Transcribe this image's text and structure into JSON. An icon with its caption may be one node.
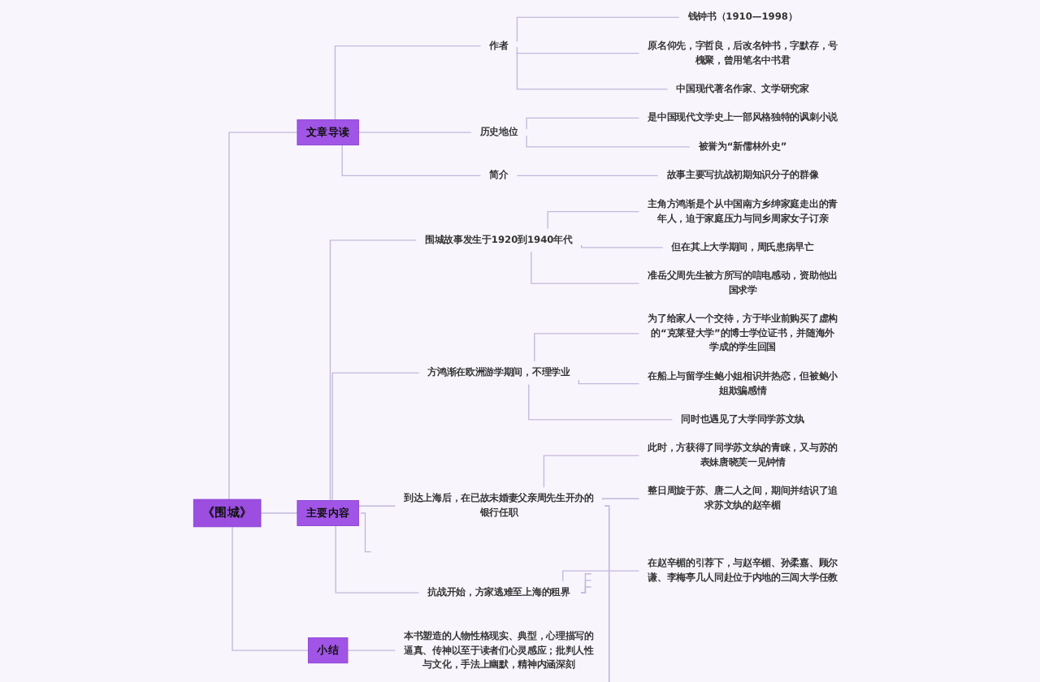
{
  "diagram": {
    "nodes": [
      {
        "text": [
          "《围城》"
        ]
      },
      {
        "text": [
          "文章导读"
        ]
      },
      {
        "text": [
          "作者"
        ]
      },
      {
        "text": [
          "钱钟书（1910—1998）"
        ]
      },
      {
        "text": [
          "原名仰先，字哲良，后改名钟书，字默存，号槐聚，曾用笔名中书君"
        ]
      },
      {
        "text": [
          "中国现代著名作家、文学研究家"
        ]
      },
      {
        "text": [
          "历史地位"
        ]
      },
      {
        "text": [
          "是中国现代文学史上一部风格独特的讽刺小说"
        ]
      },
      {
        "text": [
          "被誉为“新儒林外史”"
        ]
      },
      {
        "text": [
          "简介"
        ]
      },
      {
        "text": [
          "故事主要写抗战初期知识分子的群像"
        ]
      },
      {
        "text": [
          "主要内容"
        ]
      },
      {
        "text": [
          "围城故事发生于1920到1940年代"
        ]
      },
      {
        "text": [
          "主角方鸿渐是个从中国南方乡绅家庭走出的青年人，迫于家庭压力与同乡周家女子订亲"
        ]
      },
      {
        "text": [
          "但在其上大学期间，周氏患病早亡"
        ]
      },
      {
        "text": [
          "准岳父周先生被方所写的唁电感动，资助他出国求学"
        ]
      },
      {
        "text": [
          "方鸿渐在欧洲游学期间，不理学业"
        ]
      },
      {
        "text": [
          "为了给家人一个交待，方于毕业前购买了虚构的“克莱登大学”的博士学位证书，并随海外学成的学生回国"
        ]
      },
      {
        "text": [
          "在船上与留学生鲍小姐相识并热恋，但被鲍小姐欺骗感情"
        ]
      },
      {
        "text": [
          "同时也遇见了大学同学苏文纨"
        ]
      },
      {
        "text": [
          "到达上海后，在已故未婚妻父亲周先生开办的银行任职"
        ]
      },
      {
        "text": [
          "此时，方获得了同学苏文纨的青睐，又与苏的表妹唐晓芙一见钟情"
        ]
      },
      {
        "text": [
          "整日周旋于苏、唐二人之间，期间并结识了追求苏文纨的赵辛楣"
        ]
      },
      {
        "text": [
          "抗战开始，方家逃难至上海的租界"
        ]
      },
      {
        "text": [
          "在赵辛楣的引荐下，与赵辛楣、孙柔嘉、顾尔谦、李梅亭几人同赴位于内地的三闾大学任教"
        ]
      },
      {
        "text": [
          "小结"
        ]
      },
      {
        "text": [
          "本书塑造的人物性格现实、典型，心理描写的逼真、传神以至于读者们心灵感应；批判人性与文化，手法上幽默，精神内涵深刻"
        ]
      }
    ],
    "edges": [
      {
        "from": 0,
        "to": 1,
        "arrow": "none"
      },
      {
        "from": 0,
        "to": 11,
        "arrow": "none"
      },
      {
        "from": 0,
        "to": 25,
        "arrow": "none"
      },
      {
        "from": 1,
        "to": 2,
        "arrow": "none"
      },
      {
        "from": 2,
        "to": 3,
        "arrow": "none"
      },
      {
        "from": 2,
        "to": 4,
        "arrow": "none"
      },
      {
        "from": 2,
        "to": 5,
        "arrow": "none"
      },
      {
        "from": 1,
        "to": 6,
        "arrow": "none"
      },
      {
        "from": 6,
        "to": 7,
        "arrow": "none"
      },
      {
        "from": 6,
        "to": 8,
        "arrow": "none"
      },
      {
        "from": 1,
        "to": 9,
        "arrow": "none"
      },
      {
        "from": 9,
        "to": 10,
        "arrow": "none"
      },
      {
        "from": 11,
        "to": 12,
        "arrow": "none"
      },
      {
        "from": 12,
        "to": 13,
        "arrow": "none"
      },
      {
        "from": 12,
        "to": 14,
        "arrow": "none"
      },
      {
        "from": 12,
        "to": 15,
        "arrow": "none"
      },
      {
        "from": 11,
        "to": 16,
        "arrow": "none"
      },
      {
        "from": 16,
        "to": 17,
        "arrow": "none"
      },
      {
        "from": 16,
        "to": 18,
        "arrow": "none"
      },
      {
        "from": 16,
        "to": 19,
        "arrow": "none"
      },
      {
        "from": 11,
        "to": 20,
        "arrow": "none"
      },
      {
        "from": 20,
        "to": 21,
        "arrow": "none"
      },
      {
        "from": 20,
        "to": 22,
        "arrow": "none"
      },
      {
        "from": 20,
        "to": null,
        "arrow": "none"
      },
      {
        "from": 20,
        "to": null,
        "arrow": "none"
      },
      {
        "from": 11,
        "to": 23,
        "arrow": "none"
      },
      {
        "from": 23,
        "to": 24,
        "arrow": "none"
      },
      {
        "from": 23,
        "to": null,
        "arrow": "none"
      },
      {
        "from": 23,
        "to": null,
        "arrow": "none"
      },
      {
        "from": 23,
        "to": null,
        "arrow": "none"
      },
      {
        "from": 11,
        "to": null,
        "arrow": "none"
      },
      {
        "from": 25,
        "to": 26,
        "arrow": "none"
      }
    ]
  }
}
